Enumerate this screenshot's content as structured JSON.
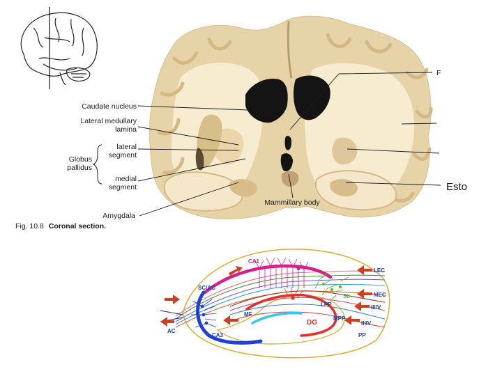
{
  "slide": {
    "annotation": "Esto",
    "top_right_cut_label": "F"
  },
  "brain_section": {
    "labels": {
      "caudate": "Caudate nucleus",
      "lml_1": "Lateral medullary",
      "lml_2": "lamina",
      "globus_1": "Globus",
      "globus_2": "pallidus",
      "lat_1": "lateral",
      "lat_2": "segment",
      "med_1": "medial",
      "med_2": "segment",
      "amygdala": "Amygdala",
      "mammillary": "Mammillary body"
    },
    "caption_prefix": "Fig. 10.8",
    "caption_title": "Coronal section."
  },
  "hippocampus_diagram": {
    "labels": {
      "ca1": "CA1",
      "ca3": "CA3",
      "dg": "DG",
      "sc_ac": "SC/AC",
      "mf": "MF",
      "lpp": "LPP",
      "mpp": "MPP",
      "ac": "AC",
      "pp": "PP",
      "sb": "Sb",
      "lec": "LEC",
      "mec": "MEC",
      "iii_v": "III/V",
      "ii_iv": "II/IV"
    },
    "colors": {
      "ca1": "#d61f8c",
      "ca3": "#1f3fd6",
      "dg": "#e0302a",
      "outline": "#d8b23a",
      "arrow": "#c9411e",
      "sb": "#5cbf3a",
      "text": "#1f3fa8",
      "cyan": "#36c8f0"
    }
  }
}
